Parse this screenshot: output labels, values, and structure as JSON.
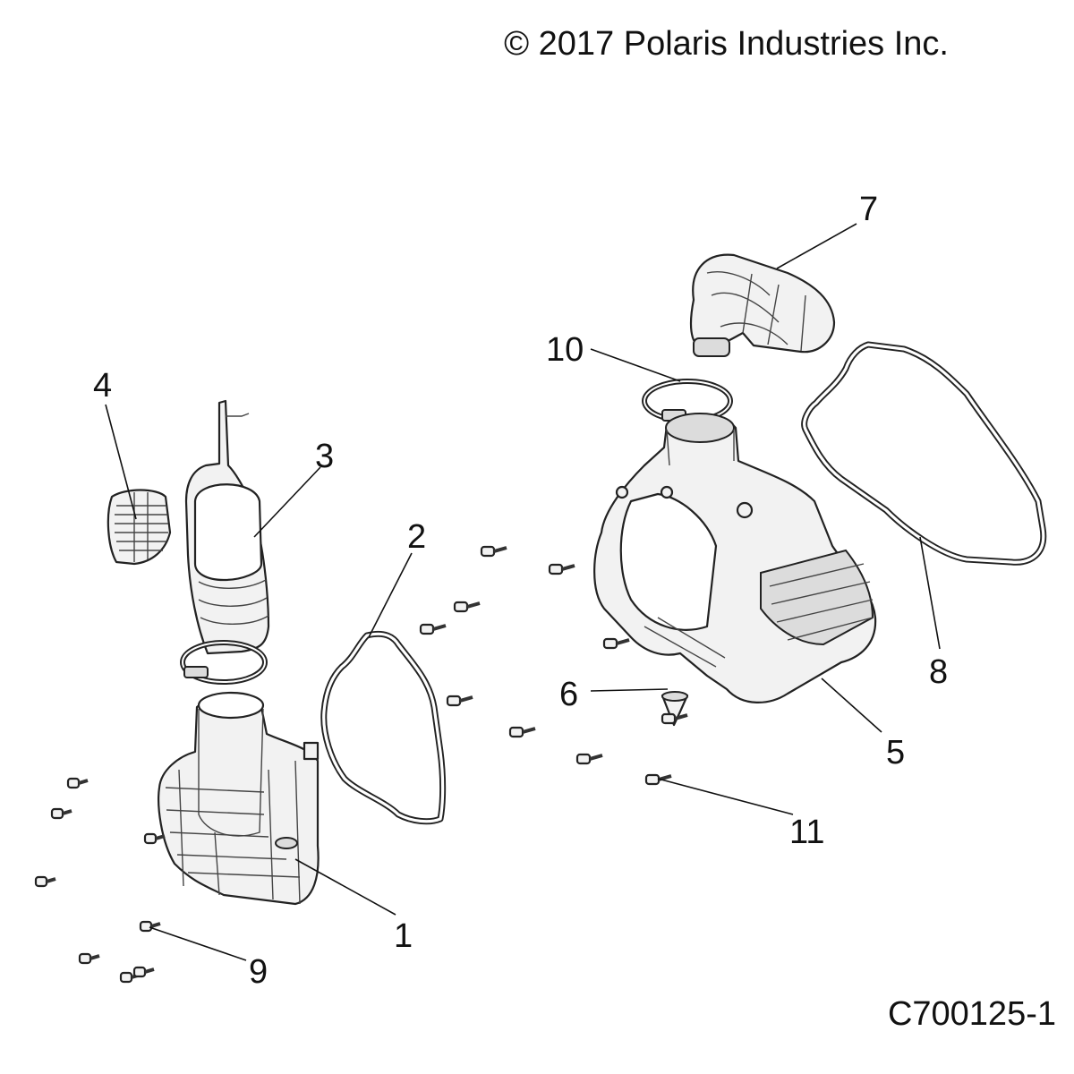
{
  "header": {
    "copyright": "© 2017 Polaris Industries Inc."
  },
  "footer": {
    "drawing_code": "C700125-1"
  },
  "callouts": [
    {
      "id": "1",
      "label": "1"
    },
    {
      "id": "2",
      "label": "2"
    },
    {
      "id": "3",
      "label": "3"
    },
    {
      "id": "4",
      "label": "4"
    },
    {
      "id": "5",
      "label": "5"
    },
    {
      "id": "6",
      "label": "6"
    },
    {
      "id": "7",
      "label": "7"
    },
    {
      "id": "8",
      "label": "8"
    },
    {
      "id": "9",
      "label": "9"
    },
    {
      "id": "10",
      "label": "10"
    },
    {
      "id": "11",
      "label": "11"
    }
  ]
}
